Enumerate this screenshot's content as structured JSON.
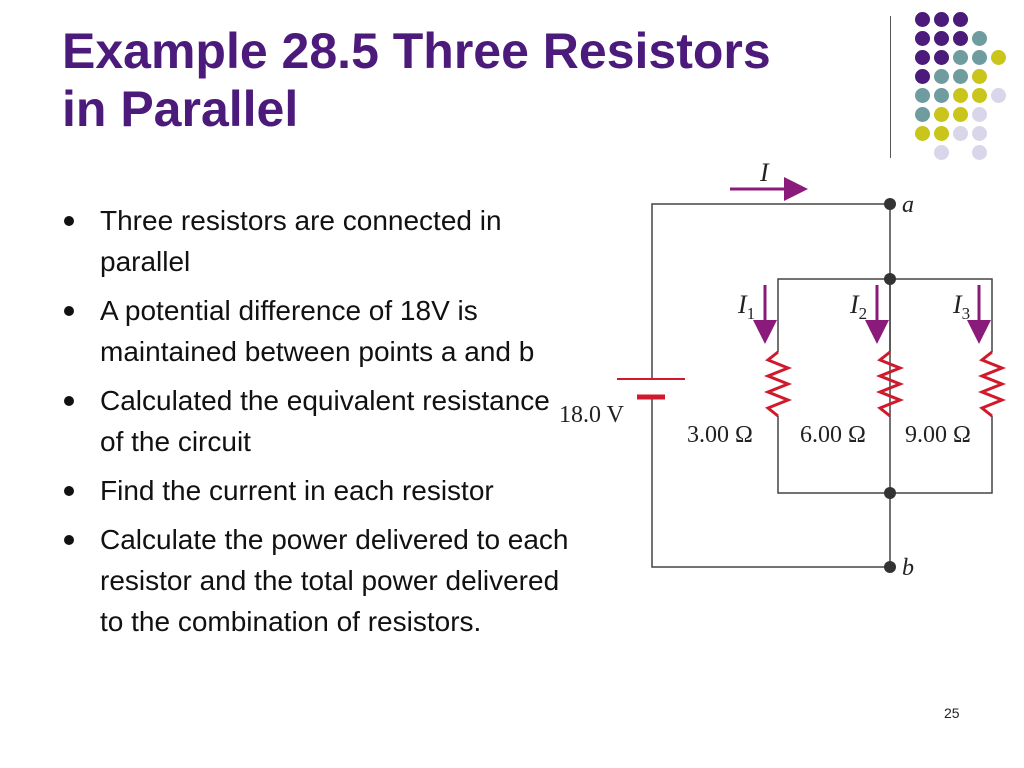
{
  "slide": {
    "title_line1": "Example 28.5 Three Resistors",
    "title_line2": "in Parallel",
    "bullets": [
      "Three resistors are connected in parallel",
      "A potential difference of 18V is maintained between points a and b",
      "Calculated the equivalent resistance of the circuit",
      "Find the current in each resistor",
      "Calculate the power delivered to each resistor and the total power delivered to the combination of resistors."
    ],
    "page_number": "25"
  },
  "circuit": {
    "current_label": "I",
    "node_a": "a",
    "node_b": "b",
    "battery_label": "18.0 V",
    "branch_currents": {
      "i1": "I",
      "i1_sub": "1",
      "i2": "I",
      "i2_sub": "2",
      "i3": "I",
      "i3_sub": "3"
    },
    "resistors": [
      "3.00 Ω",
      "6.00 Ω",
      "9.00 Ω"
    ]
  },
  "colors": {
    "title": "#4b1a7a",
    "resistor": "#d0192a",
    "arrow": "#8a1b7a",
    "deco_purple": "#4b1a7a",
    "deco_teal": "#6f9c9e",
    "deco_yellow": "#c9c51b",
    "deco_lavender": "#d9d6ea"
  }
}
